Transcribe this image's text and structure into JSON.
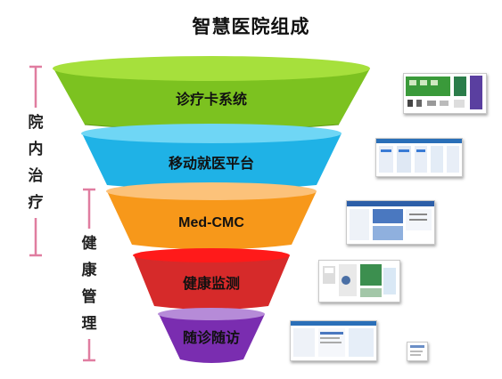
{
  "title": "智慧医院组成",
  "funnel": {
    "layers": [
      {
        "label": "诊疗卡系统",
        "color": "#8ccc2a",
        "top_color": "#a6e03c"
      },
      {
        "label": "移动就医平台",
        "color": "#26b6e8",
        "top_color": "#6fd6f5"
      },
      {
        "label": "Med-CMC",
        "color": "#f79a1a",
        "top_color": "#fcc27a"
      },
      {
        "label": "健康监测",
        "color": "#d92b2b",
        "top_color": "#ff2020"
      },
      {
        "label": "随诊随访",
        "color": "#7b2fb0",
        "top_color": "#b68bd8"
      }
    ]
  },
  "groups": [
    {
      "label": "院内治疗",
      "chars": [
        "院",
        "内",
        "治",
        "疗"
      ],
      "bracket_color": "#e07da0"
    },
    {
      "label": "健康管理",
      "chars": [
        "健",
        "康",
        "管",
        "理"
      ],
      "bracket_color": "#e07da0"
    }
  ]
}
